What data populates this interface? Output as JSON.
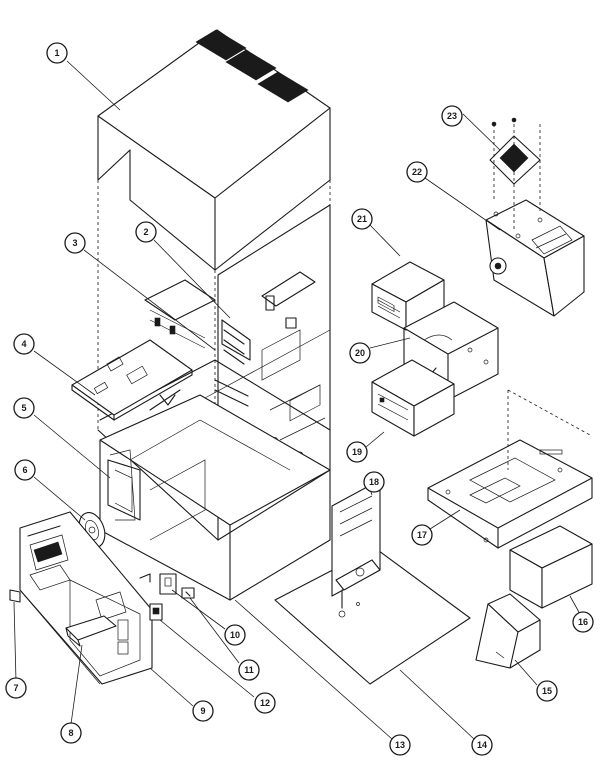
{
  "diagram": {
    "callouts": [
      {
        "num": "1"
      },
      {
        "num": "2"
      },
      {
        "num": "3"
      },
      {
        "num": "4"
      },
      {
        "num": "5"
      },
      {
        "num": "6"
      },
      {
        "num": "7"
      },
      {
        "num": "8"
      },
      {
        "num": "9"
      },
      {
        "num": "10"
      },
      {
        "num": "11"
      },
      {
        "num": "12"
      },
      {
        "num": "13"
      },
      {
        "num": "14"
      },
      {
        "num": "15"
      },
      {
        "num": "16"
      },
      {
        "num": "17"
      },
      {
        "num": "18"
      },
      {
        "num": "19"
      },
      {
        "num": "20"
      },
      {
        "num": "21"
      },
      {
        "num": "22"
      },
      {
        "num": "23"
      }
    ]
  }
}
